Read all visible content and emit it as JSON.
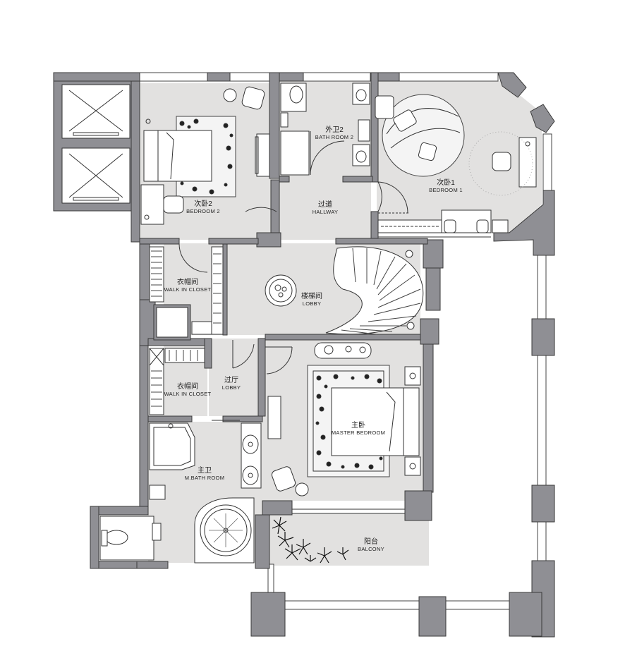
{
  "rooms": {
    "bedroom2": {
      "cn": "次卧2",
      "en": "BEDROOM 2"
    },
    "bathroom2": {
      "cn": "外卫2",
      "en": "BATH ROOM 2"
    },
    "bedroom1": {
      "cn": "次卧1",
      "en": "BEDROOM 1"
    },
    "hallway": {
      "cn": "过道",
      "en": "HALLWAY"
    },
    "closet_upper": {
      "cn": "衣帽间",
      "en": "WALK IN CLOSET"
    },
    "stair_lobby": {
      "cn": "楼梯间",
      "en": "LOBBY"
    },
    "lobby": {
      "cn": "过厅",
      "en": "LOBBY"
    },
    "closet_lower": {
      "cn": "衣帽间",
      "en": "WALK IN CLOSET"
    },
    "master_bedroom": {
      "cn": "主卧",
      "en": "MASTER BEDROOM"
    },
    "master_bath": {
      "cn": "主卫",
      "en": "M.BATH ROOM"
    },
    "balcony": {
      "cn": "阳台",
      "en": "BALCONY"
    }
  },
  "colors": {
    "wall": "#8f8f94",
    "floor": "#e2e1e0",
    "line": "#333333"
  }
}
